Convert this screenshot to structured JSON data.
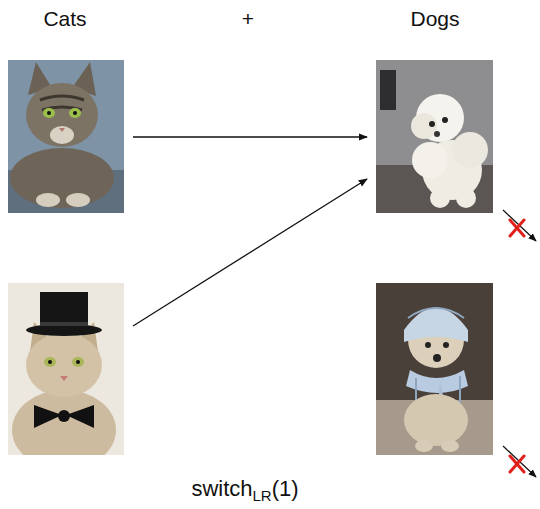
{
  "diagram": {
    "labels": [
      "Cats",
      "+",
      "Dogs",
      "switch",
      "LR",
      "(1)"
    ]
  }
}
